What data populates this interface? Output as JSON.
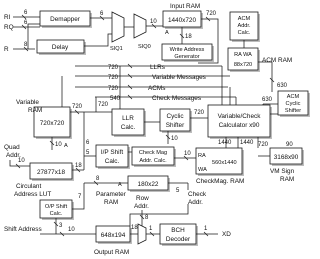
{
  "inputs": {
    "RI": "RI",
    "RQ": "RQ",
    "R": "R"
  },
  "blocks": {
    "demapper": "Demapper",
    "delay": "Delay",
    "siq1": "SIQ1",
    "siq0": "SIQ0",
    "input_ram_l1": "Input RAM",
    "input_ram_l2": "1440x720",
    "write_addr_l1": "Write Address",
    "write_addr_l2": "Generator",
    "acm_addr_l1": "ACM",
    "acm_addr_l2": "Addr.",
    "acm_addr_l3": "Calc.",
    "ra_wa": "RA WA",
    "acm_ram_size": "88x720",
    "acm_ram_label": "ACM RAM",
    "acm_cyclic_l1": "ACM",
    "acm_cyclic_l2": "Cyclic",
    "acm_cyclic_l3": "Shifter",
    "variable_ram_l1": "Variable",
    "variable_ram_l2": "RAM",
    "variable_ram_l3": "720x720",
    "quad_addr_l1": "Quad",
    "quad_addr_l2": "Addr.",
    "circ_lut_size": "27877x18",
    "circ_lut_l1": "Circulant",
    "circ_lut_l2": "Address LUT",
    "llr_calc_l1": "LLR",
    "llr_calc_l2": "Calc.",
    "cyclic_shifter_l1": "Cyclic",
    "cyclic_shifter_l2": "Shifter",
    "var_check_l1": "Variable/Check",
    "var_check_l2": "Calculator x90",
    "ip_shift_l1": "I/P Shift",
    "ip_shift_l2": "Calc.",
    "check_mag_addr_l1": "Check  Mag",
    "check_mag_addr_l2": "Addr. Calc.",
    "check_mag_ram_size": "560x1440",
    "check_mag_ram_label": "CheckMag. RAM",
    "vm_sign_ram_size": "3168x90",
    "vm_sign_ram_label": "VM Sign",
    "vm_sign_ram_label2": "RAM",
    "param_ram_size": "180x22",
    "param_ram_l1": "Parameter",
    "param_ram_l2": "RAM",
    "op_shift_l1": "O/P Shift",
    "op_shift_l2": "Calc.",
    "row_addr_l1": "Row",
    "row_addr_l2": "Addr.",
    "check_addr_l1": "Check",
    "check_addr_l2": "Addr.",
    "output_ram_size": "648x194",
    "output_ram_label": "Output RAM",
    "bch_l1": "BCH",
    "bch_l2": "Decoder",
    "xd": "XD",
    "shift_address": "Shift Address"
  },
  "bus_labels": {
    "llrs": "LLRs",
    "variable_messages": "Variable Messages",
    "acms": "ACMs",
    "check_messages": "Check Messages"
  },
  "widths": {
    "w6a": "6",
    "w6b": "6",
    "w8": "8",
    "w6c": "6",
    "w10a": "10",
    "w720a": "720",
    "w720b": "720",
    "w720c": "720",
    "w720d": "720",
    "w720e": "720",
    "w540": "540",
    "w18": "18",
    "w630": "630",
    "w720f": "720",
    "w720g": "720",
    "w10b": "10",
    "w5": "5",
    "w6d": "6",
    "w1440a": "1440",
    "w1440b": "1440",
    "w720h": "720",
    "w720i": "720",
    "w9": "9",
    "w8b": "8",
    "w10c": "10",
    "w10d": "10",
    "w12": "12",
    "w10e": "10",
    "w90": "90",
    "w3a": "3",
    "w8c": "8",
    "w7": "7",
    "w1a": "1",
    "w180": "180",
    "w8d": "8",
    "w5b": "5",
    "w3b": "3",
    "w10f": "10",
    "w10g": "10",
    "w6e": "6",
    "w1b": "1"
  },
  "ports": {
    "a1": "A",
    "a2": "A",
    "a3": "A",
    "ra": "RA",
    "wa": "WA",
    "ra2": "RA",
    "wa2": "WA"
  }
}
